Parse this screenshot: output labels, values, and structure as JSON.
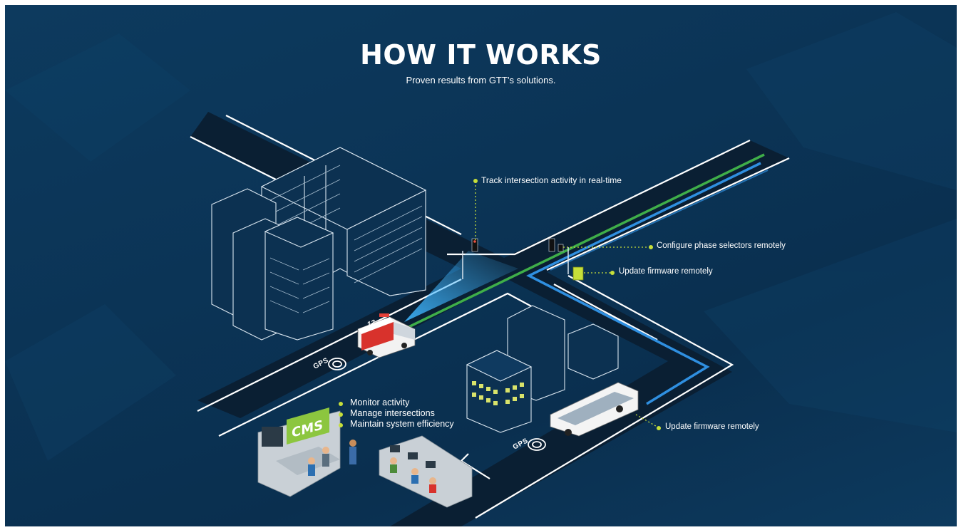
{
  "header": {
    "title": "HOW IT WORKS",
    "subtitle": "Proven results from GTT’s solutions."
  },
  "callouts": {
    "track": "Track intersection activity in real-time",
    "configure": "Configure phase selectors remotely",
    "firmware_top": "Update firmware remotely",
    "firmware_bus": "Update firmware remotely"
  },
  "cms": {
    "screen_label": "CMS",
    "bullets": [
      "Monitor activity",
      "Manage intersections",
      "Maintain system efficiency"
    ]
  },
  "vehicles": {
    "ambulance_number": "12"
  },
  "gps_labels": [
    "GPS",
    "GPS"
  ],
  "colors": {
    "background": "#0b3456",
    "road": "#0a1f33",
    "road_line": "#ffffff",
    "green_route": "#3fae49",
    "blue_route": "#2f8fe0",
    "accent_lime": "#c6df3a",
    "cms_green": "#8cc63f"
  }
}
